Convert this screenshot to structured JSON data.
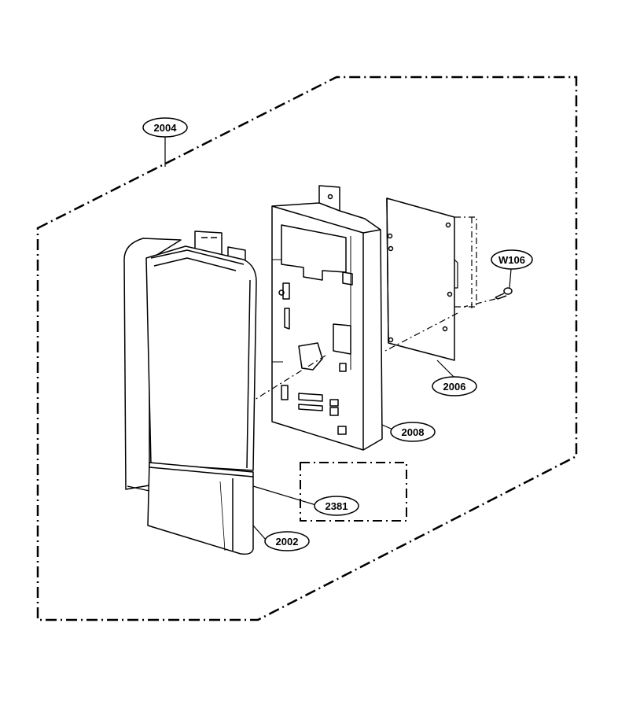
{
  "callouts": {
    "c2004": "2004",
    "w106": "W106",
    "c2006": "2006",
    "c2008": "2008",
    "c2381": "2381",
    "c2002": "2002"
  }
}
